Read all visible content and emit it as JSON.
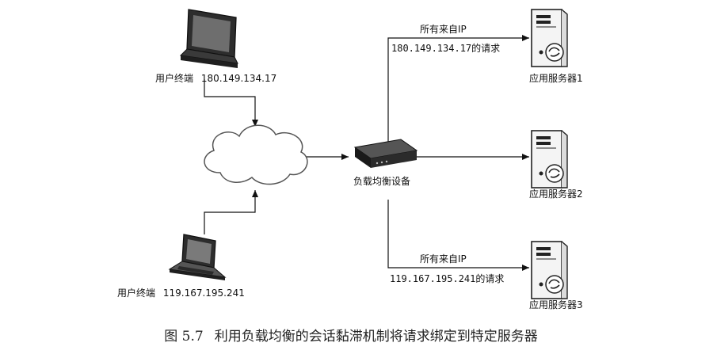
{
  "client1": {
    "name": "用户终端",
    "ip": "180.149.134.17"
  },
  "client2": {
    "name": "用户终端",
    "ip": "119.167.195.241"
  },
  "balancer": {
    "label": "负载均衡设备"
  },
  "route_top": {
    "line1": "所有来自IP",
    "line2": "180.149.134.17的请求"
  },
  "route_bottom": {
    "line1": "所有来自IP",
    "line2": "119.167.195.241的请求"
  },
  "servers": [
    {
      "label": "应用服务器1"
    },
    {
      "label": "应用服务器2"
    },
    {
      "label": "应用服务器3"
    }
  ],
  "caption": {
    "number": "图 5.7",
    "text": "利用负载均衡的会话黏滞机制将请求绑定到特定服务器"
  },
  "colors": {
    "line": "#111111",
    "device": "#2a2a2a",
    "cloud_stroke": "#555555"
  }
}
